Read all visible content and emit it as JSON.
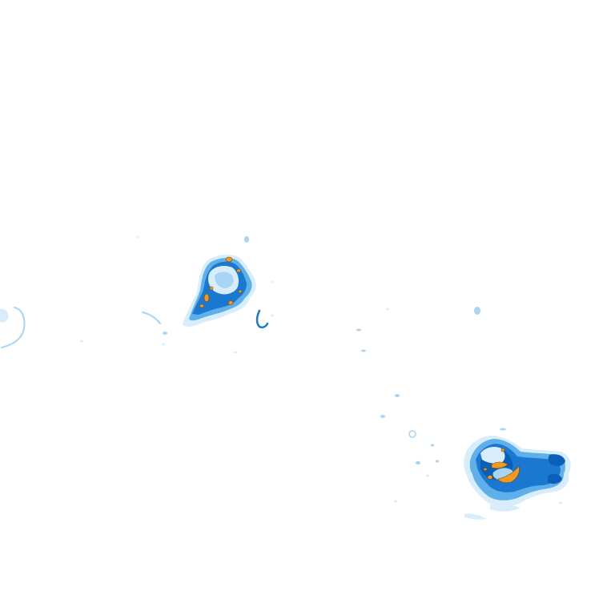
{
  "map": {
    "background_color": "#ffffff",
    "intensity_colors": {
      "very_light": "#d8edfb",
      "light": "#a8d4f5",
      "medium": "#5fb0ea",
      "heavy": "#1a78d0",
      "very_heavy": "#0b5fb8",
      "extreme": "#f39a1e",
      "extreme_outline": "#6b4a12"
    },
    "echoes": [
      {
        "name": "north-west-storm-cell"
      },
      {
        "name": "south-east-storm-cell"
      },
      {
        "name": "west-edge-echo"
      },
      {
        "name": "scattered-light-echoes"
      }
    ]
  }
}
